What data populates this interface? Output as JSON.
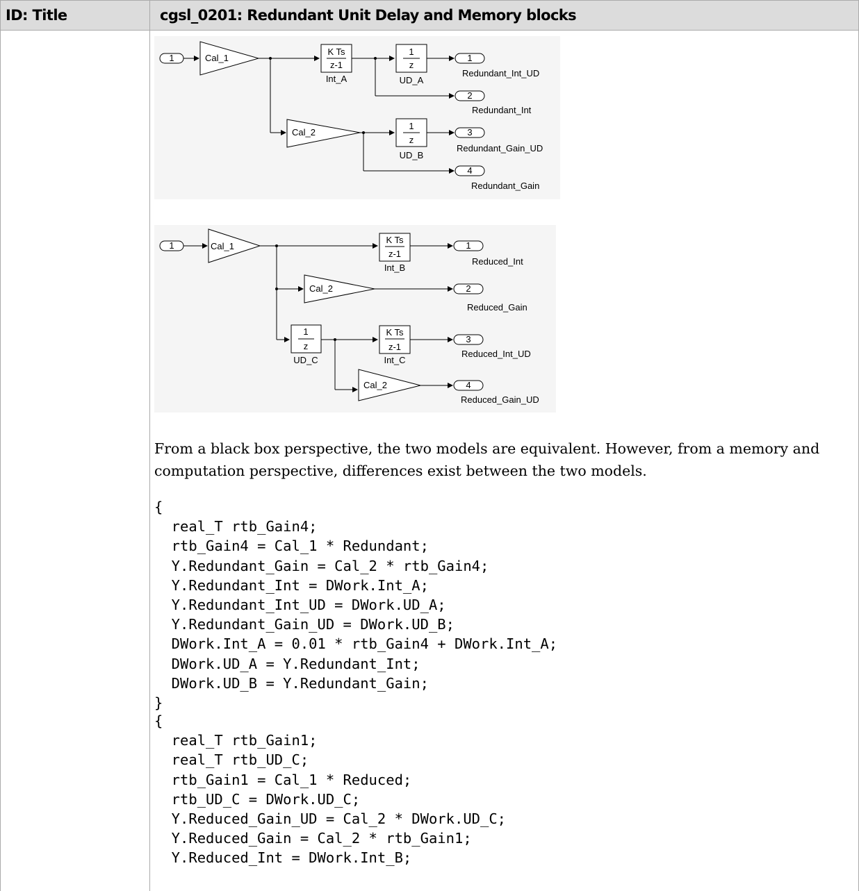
{
  "header": {
    "col1": "ID: Title",
    "col2": "cgsl_0201: Redundant Unit Delay and Memory blocks"
  },
  "diagram1": {
    "inport": "1",
    "gain1": "Cal_1",
    "gain2": "Cal_2",
    "integrator": {
      "num": "K Ts",
      "den": "z-1",
      "label": "Int_A"
    },
    "delay_a": {
      "num": "1",
      "den": "z",
      "label": "UD_A"
    },
    "delay_b": {
      "num": "1",
      "den": "z",
      "label": "UD_B"
    },
    "outports": [
      {
        "num": "1",
        "label": "Redundant_Int_UD"
      },
      {
        "num": "2",
        "label": "Redundant_Int"
      },
      {
        "num": "3",
        "label": "Redundant_Gain_UD"
      },
      {
        "num": "4",
        "label": "Redundant_Gain"
      }
    ]
  },
  "diagram2": {
    "inport": "1",
    "gain1": "Cal_1",
    "gain2a": "Cal_2",
    "gain2b": "Cal_2",
    "integrator_b": {
      "num": "K Ts",
      "den": "z-1",
      "label": "Int_B"
    },
    "integrator_c": {
      "num": "K Ts",
      "den": "z-1",
      "label": "Int_C"
    },
    "delay_c": {
      "num": "1",
      "den": "z",
      "label": "UD_C"
    },
    "outports": [
      {
        "num": "1",
        "label": "Reduced_Int"
      },
      {
        "num": "2",
        "label": "Reduced_Gain"
      },
      {
        "num": "3",
        "label": "Reduced_Int_UD"
      },
      {
        "num": "4",
        "label": "Reduced_Gain_UD"
      }
    ]
  },
  "paragraph": "From a black box perspective, the two models are equivalent. However, from a memory and computation perspective, differences exist between the two models.",
  "code1": "{\n  real_T rtb_Gain4;\n  rtb_Gain4 = Cal_1 * Redundant;\n  Y.Redundant_Gain = Cal_2 * rtb_Gain4;\n  Y.Redundant_Int = DWork.Int_A;\n  Y.Redundant_Int_UD = DWork.UD_A;\n  Y.Redundant_Gain_UD = DWork.UD_B;\n  DWork.Int_A = 0.01 * rtb_Gain4 + DWork.Int_A;\n  DWork.UD_A = Y.Redundant_Int;\n  DWork.UD_B = Y.Redundant_Gain;\n}",
  "code2": "{\n  real_T rtb_Gain1;\n  real_T rtb_UD_C;\n  rtb_Gain1 = Cal_1 * Reduced;\n  rtb_UD_C = DWork.UD_C;\n  Y.Reduced_Gain_UD = Cal_2 * DWork.UD_C;\n  Y.Reduced_Gain = Cal_2 * rtb_Gain1;\n  Y.Reduced_Int = DWork.Int_B;"
}
